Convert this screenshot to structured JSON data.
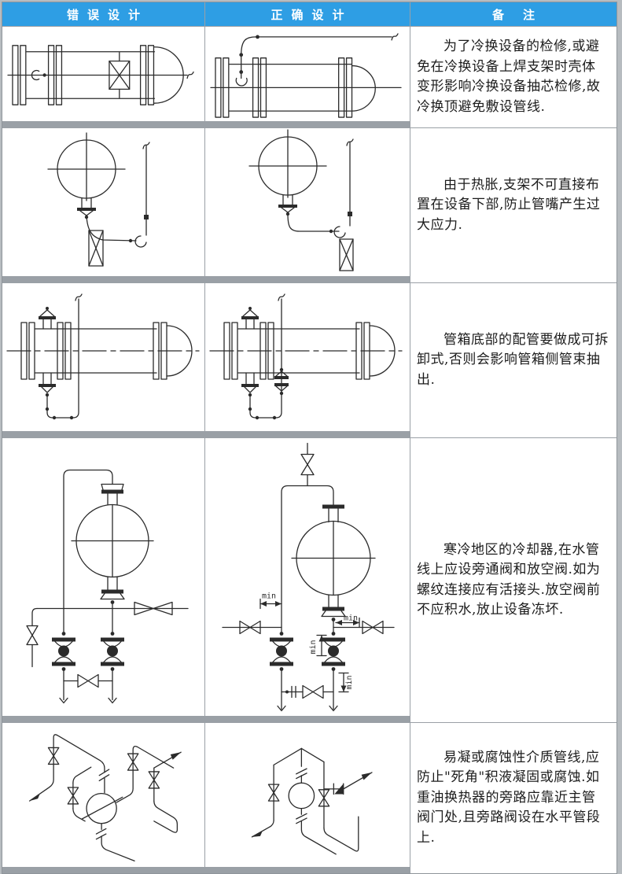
{
  "header": {
    "wrong": "错误设计",
    "correct": "正确设计",
    "remark": "备注"
  },
  "rows": [
    {
      "remark": "为了冷换设备的检修,或避免在冷换设备上焊支架时壳体变形影响冷换设备抽芯检修,故冷换顶避免敷设管线."
    },
    {
      "remark": "由于热胀,支架不可直接布置在设备下部,防止管嘴产生过大应力."
    },
    {
      "remark": "管箱底部的配管要做成可拆卸式,否则会影响管箱侧管束抽出."
    },
    {
      "remark": "寒冷地区的冷却器,在水管线上应设旁通阀和放空阀.如为螺纹连接应有活接头.放空阀前不应积水,放止设备冻坏."
    },
    {
      "remark": "易凝或腐蚀性介质管线,应防止\"死角\"积液凝固或腐蚀.如重油换热器的旁路应靠近主管阀门处,且旁路阀设在水平管段上."
    }
  ],
  "labels": {
    "min": "min"
  },
  "colors": {
    "header_bg": "#2e9ee4",
    "header_text": "#ffffff",
    "line": "#2b2b2b"
  }
}
